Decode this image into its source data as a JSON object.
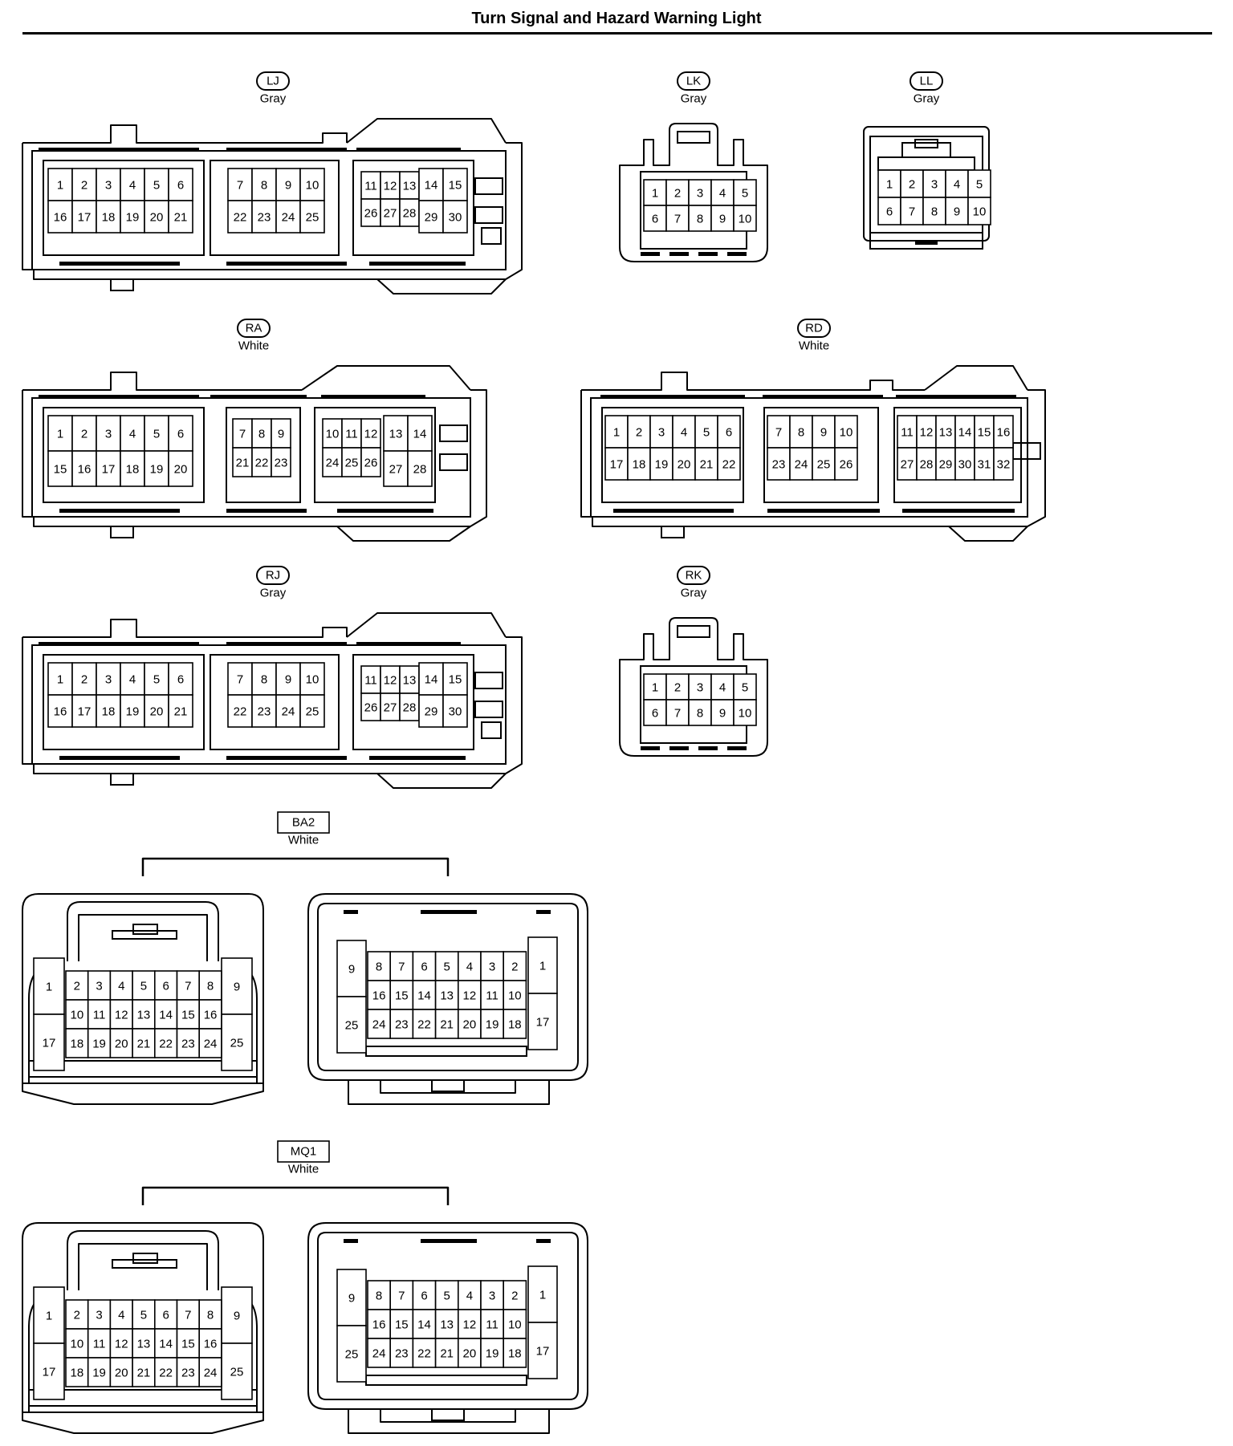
{
  "title": "Turn Signal and Hazard Warning Light",
  "connectors": [
    {
      "code": "LJ",
      "color": "Gray"
    },
    {
      "code": "LK",
      "color": "Gray"
    },
    {
      "code": "LL",
      "color": "Gray"
    },
    {
      "code": "RA",
      "color": "White"
    },
    {
      "code": "RD",
      "color": "White"
    },
    {
      "code": "RJ",
      "color": "Gray"
    },
    {
      "code": "RK",
      "color": "Gray"
    },
    {
      "code": "BA2",
      "color": "White"
    },
    {
      "code": "MQ1",
      "color": "White"
    }
  ],
  "pins": {
    "LJ": {
      "top": [
        1,
        2,
        3,
        4,
        5,
        6,
        7,
        8,
        9,
        10,
        11,
        12,
        13,
        14,
        15
      ],
      "bottom": [
        16,
        17,
        18,
        19,
        20,
        21,
        22,
        23,
        24,
        25,
        26,
        27,
        28,
        29,
        30
      ]
    },
    "LK": {
      "top": [
        1,
        2,
        3,
        4,
        5
      ],
      "bottom": [
        6,
        7,
        8,
        9,
        10
      ]
    },
    "LL": {
      "top": [
        1,
        2,
        3,
        4,
        5
      ],
      "bottom": [
        6,
        7,
        8,
        9,
        10
      ]
    },
    "RA": {
      "top": [
        1,
        2,
        3,
        4,
        5,
        6,
        7,
        8,
        9,
        10,
        11,
        12,
        13,
        14
      ],
      "bottom": [
        15,
        16,
        17,
        18,
        19,
        20,
        21,
        22,
        23,
        24,
        25,
        26,
        27,
        28
      ]
    },
    "RD": {
      "top": [
        1,
        2,
        3,
        4,
        5,
        6,
        7,
        8,
        9,
        10,
        11,
        12,
        13,
        14,
        15,
        16
      ],
      "bottom": [
        17,
        18,
        19,
        20,
        21,
        22,
        23,
        24,
        25,
        26,
        27,
        28,
        29,
        30,
        31,
        32
      ]
    },
    "RJ": {
      "top": [
        1,
        2,
        3,
        4,
        5,
        6,
        7,
        8,
        9,
        10,
        11,
        12,
        13,
        14,
        15
      ],
      "bottom": [
        16,
        17,
        18,
        19,
        20,
        21,
        22,
        23,
        24,
        25,
        26,
        27,
        28,
        29,
        30
      ]
    },
    "RK": {
      "top": [
        1,
        2,
        3,
        4,
        5
      ],
      "bottom": [
        6,
        7,
        8,
        9,
        10
      ]
    },
    "BA2": {
      "left": {
        "side_top": [
          1,
          9
        ],
        "side_bottom": [
          17,
          25
        ],
        "rows": [
          [
            2,
            3,
            4,
            5,
            6,
            7,
            8
          ],
          [
            10,
            11,
            12,
            13,
            14,
            15,
            16
          ],
          [
            18,
            19,
            20,
            21,
            22,
            23,
            24
          ]
        ]
      },
      "right": {
        "side_top": [
          9,
          1
        ],
        "side_bottom": [
          25,
          17
        ],
        "rows": [
          [
            8,
            7,
            6,
            5,
            4,
            3,
            2
          ],
          [
            16,
            15,
            14,
            13,
            12,
            11,
            10
          ],
          [
            24,
            23,
            22,
            21,
            20,
            19,
            18
          ]
        ]
      }
    },
    "MQ1": {
      "left": {
        "side_top": [
          1,
          9
        ],
        "side_bottom": [
          17,
          25
        ],
        "rows": [
          [
            2,
            3,
            4,
            5,
            6,
            7,
            8
          ],
          [
            10,
            11,
            12,
            13,
            14,
            15,
            16
          ],
          [
            18,
            19,
            20,
            21,
            22,
            23,
            24
          ]
        ]
      },
      "right": {
        "side_top": [
          9,
          1
        ],
        "side_bottom": [
          25,
          17
        ],
        "rows": [
          [
            8,
            7,
            6,
            5,
            4,
            3,
            2
          ],
          [
            16,
            15,
            14,
            13,
            12,
            11,
            10
          ],
          [
            24,
            23,
            22,
            21,
            20,
            19,
            18
          ]
        ]
      }
    }
  }
}
